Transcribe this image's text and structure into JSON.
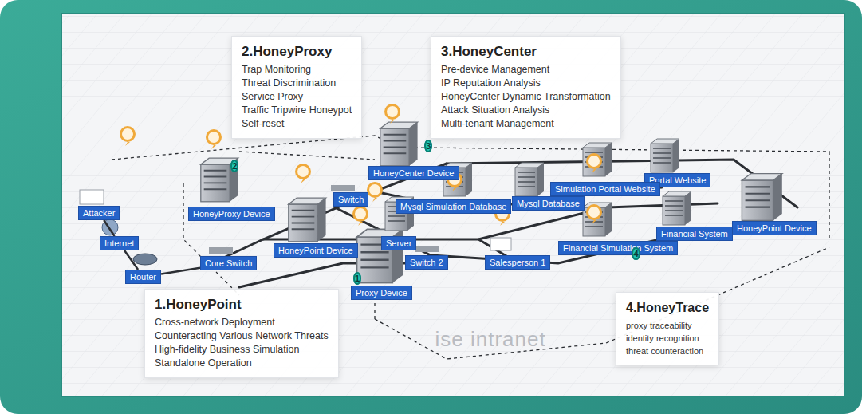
{
  "diagram": {
    "nodes": [
      {
        "text": [
          "2.HoneyProxy",
          "Trap Monitoring",
          "Threat Discrimination",
          "Service Proxy",
          "Traffic Tripwire Honeypot",
          "Self-reset"
        ]
      },
      {
        "text": [
          "3.HoneyCenter",
          "Pre-device Management",
          "IP Reputation Analysis",
          "HoneyCenter Dynamic Transformation",
          "Attack Situation Analysis",
          "Multi-tenant Management"
        ]
      },
      {
        "text": [
          "Attacker"
        ]
      },
      {
        "text": [
          "HoneyCenter Device"
        ]
      },
      {
        "text": [
          "Portal Website"
        ]
      },
      {
        "text": [
          "Simulation Portal Website"
        ]
      },
      {
        "text": [
          "Switch"
        ]
      },
      {
        "text": [
          "Mysql Database"
        ]
      },
      {
        "text": [
          "Mysql Simulation Database"
        ]
      },
      {
        "text": [
          "HoneyProxy Device"
        ]
      },
      {
        "text": [
          "HoneyPoint Device"
        ]
      },
      {
        "text": [
          "Financial System"
        ]
      },
      {
        "text": [
          "Server"
        ]
      },
      {
        "text": [
          "Internet"
        ]
      },
      {
        "text": [
          "Financial Simulation System"
        ]
      },
      {
        "text": [
          "HoneyPoint Device"
        ]
      },
      {
        "text": [
          "Switch 2"
        ]
      },
      {
        "text": [
          "Salesperson 1"
        ]
      },
      {
        "text": [
          "Core Switch"
        ]
      },
      {
        "text": [
          "Router"
        ]
      },
      {
        "text": [
          "Proxy Device"
        ]
      },
      {
        "text": [
          "1.HoneyPoint",
          "Cross-network Deployment",
          "Counteracting Various Network Threats",
          "High-fidelity Business Simulation",
          "Standalone Operation"
        ]
      },
      {
        "text": [
          "4.HoneyTrace",
          "proxy traceability",
          "identity recognition",
          "threat counteraction"
        ]
      }
    ],
    "edges": [
      {
        "from": 2,
        "to": 13,
        "arrow": "none"
      },
      {
        "from": 13,
        "to": 19,
        "arrow": "none"
      },
      {
        "from": 19,
        "to": 18,
        "arrow": "none"
      }
    ],
    "labels": [
      "1",
      "2",
      "3",
      "4",
      "ise intranet"
    ]
  }
}
